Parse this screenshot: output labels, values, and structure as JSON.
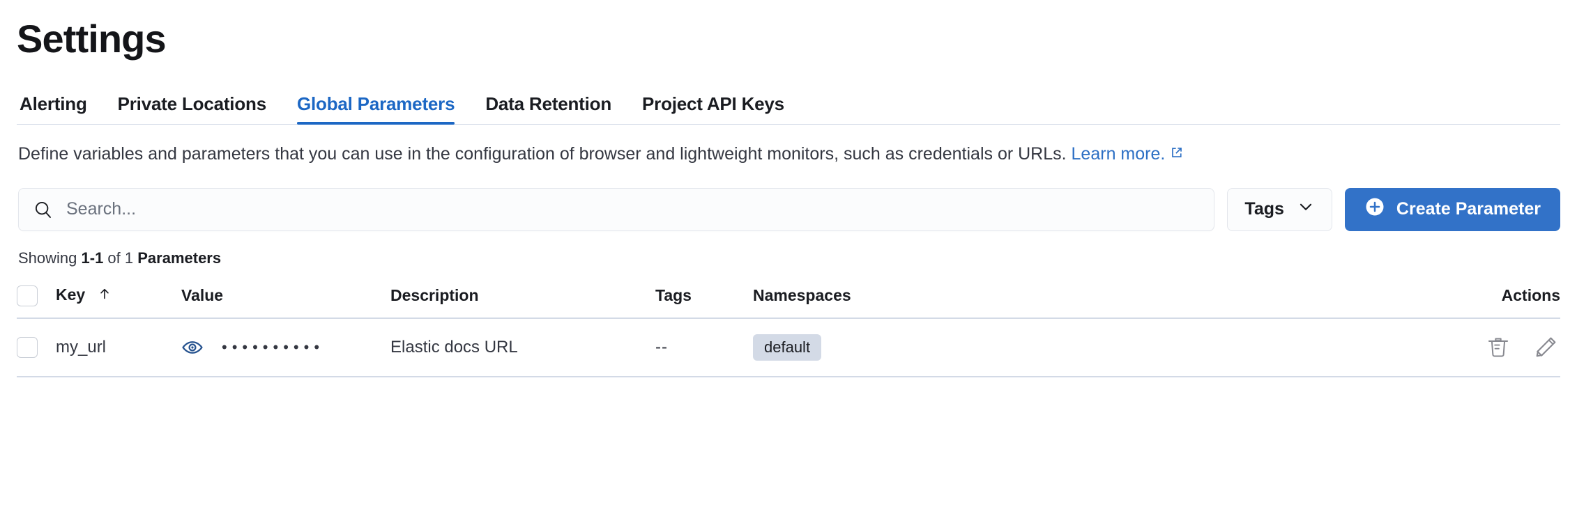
{
  "page": {
    "title": "Settings"
  },
  "tabs": [
    {
      "id": "alerting",
      "label": "Alerting",
      "active": false
    },
    {
      "id": "private-locations",
      "label": "Private Locations",
      "active": false
    },
    {
      "id": "global-parameters",
      "label": "Global Parameters",
      "active": true
    },
    {
      "id": "data-retention",
      "label": "Data Retention",
      "active": false
    },
    {
      "id": "project-api-keys",
      "label": "Project API Keys",
      "active": false
    }
  ],
  "description": {
    "text": "Define variables and parameters that you can use in the configuration of browser and lightweight monitors, such as credentials or URLs.",
    "link_text": "Learn more.",
    "link_icon": "external-link-icon"
  },
  "controls": {
    "search": {
      "placeholder": "Search...",
      "value": "",
      "icon": "search-icon"
    },
    "tags_filter": {
      "label": "Tags",
      "icon": "chevron-down-icon"
    },
    "create_button": {
      "label": "Create Parameter",
      "icon": "plus-circle-icon"
    }
  },
  "results_summary": {
    "prefix": "Showing ",
    "range": "1-1",
    "middle": " of 1 ",
    "entity": "Parameters"
  },
  "table": {
    "columns": [
      {
        "id": "select",
        "label": ""
      },
      {
        "id": "key",
        "label": "Key",
        "sort": "asc",
        "sort_icon": "arrow-up-icon"
      },
      {
        "id": "value",
        "label": "Value"
      },
      {
        "id": "description",
        "label": "Description"
      },
      {
        "id": "tags",
        "label": "Tags"
      },
      {
        "id": "namespaces",
        "label": "Namespaces"
      },
      {
        "id": "actions",
        "label": "Actions"
      }
    ],
    "rows": [
      {
        "key": "my_url",
        "value_masked": "••••••••••",
        "value_toggle_icon": "eye-icon",
        "description": "Elastic docs URL",
        "tags": "--",
        "namespaces": [
          "default"
        ],
        "actions": [
          "trash-icon",
          "pencil-icon"
        ]
      }
    ]
  },
  "colors": {
    "accent": "#1c67c4",
    "primary_button": "#3272c8",
    "link": "#2c6fc4",
    "border": "#d3dae6",
    "badge_bg": "#d3dae6",
    "text": "#343741",
    "icon_muted": "#87888f",
    "eye_icon": "#27538f"
  }
}
